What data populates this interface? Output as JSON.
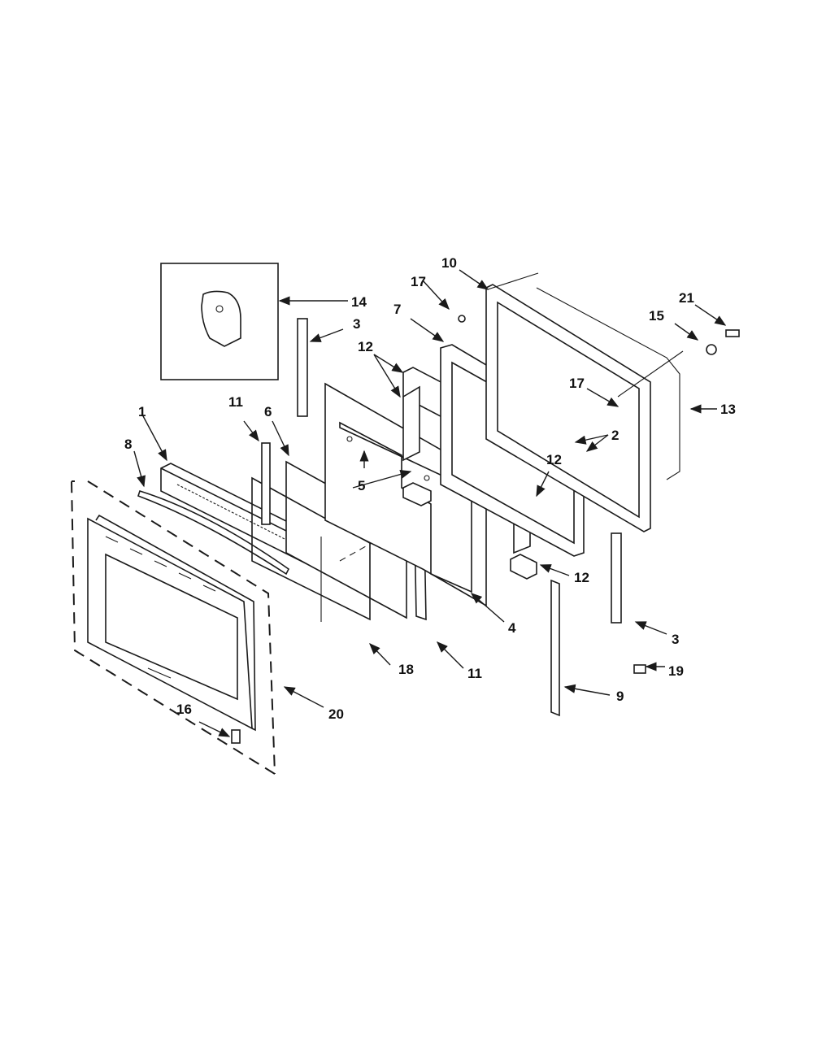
{
  "diagram": {
    "callouts": {
      "c1": "1",
      "c2": "2",
      "c3a": "3",
      "c3b": "3",
      "c4": "4",
      "c5": "5",
      "c6": "6",
      "c7": "7",
      "c8": "8",
      "c9": "9",
      "c10": "10",
      "c11a": "11",
      "c11b": "11",
      "c12a": "12",
      "c12b": "12",
      "c12c": "12",
      "c13": "13",
      "c14": "14",
      "c15": "15",
      "c16": "16",
      "c17a": "17",
      "c17b": "17",
      "c18": "18",
      "c19": "19",
      "c20": "20",
      "c21": "21"
    }
  }
}
